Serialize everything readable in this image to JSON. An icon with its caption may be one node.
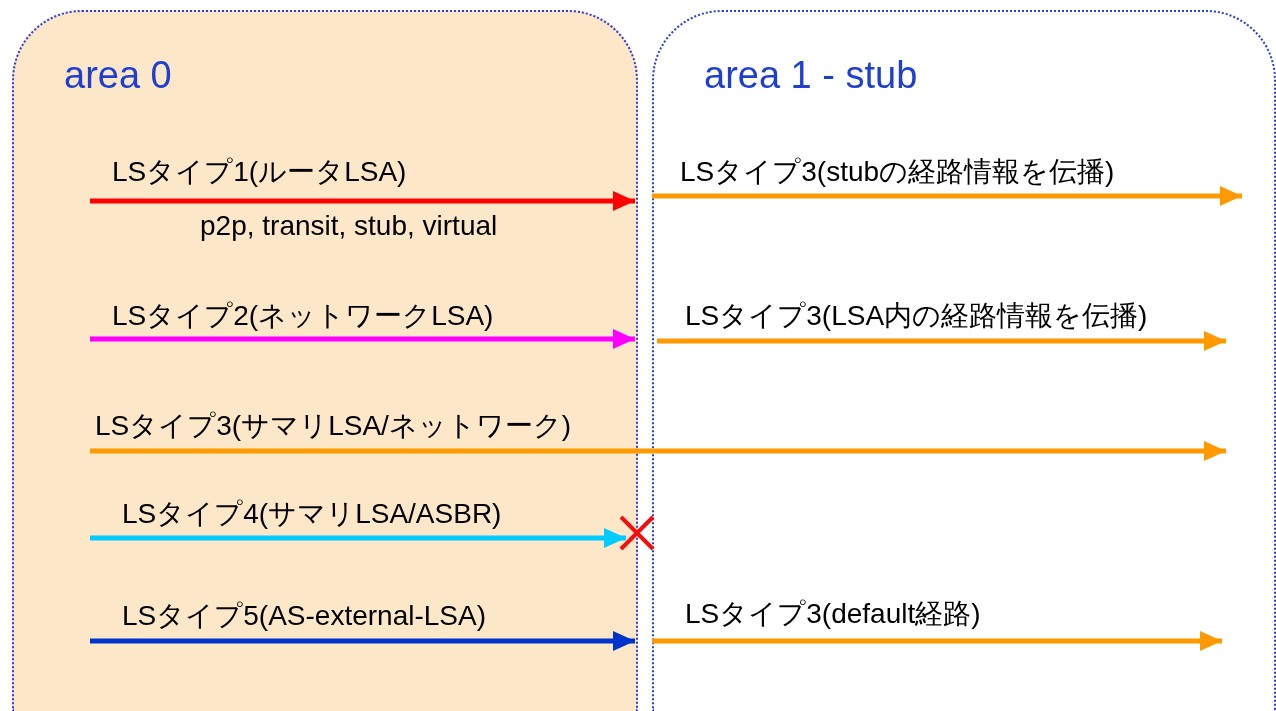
{
  "diagram": {
    "nodes": [
      {
        "text": [
          "area 0"
        ]
      },
      {
        "text": [
          "area 1 - stub"
        ]
      }
    ],
    "edges": [
      {
        "from": null,
        "to": 0,
        "arrow": "to",
        "label": "LSタイプ1(ルータLSA)",
        "color": "#ff0000"
      },
      {
        "from": null,
        "to": 1,
        "arrow": "to",
        "label": "LSタイプ3(stubの経路情報を伝播)"
      },
      {
        "from": null,
        "to": 0,
        "arrow": "to",
        "label": "LSタイプ2(ネットワークLSA)",
        "color": "#ff00ff"
      },
      {
        "from": null,
        "to": 1,
        "arrow": "to",
        "label": "LSタイプ3(LSA内の経路情報を伝播)"
      },
      {
        "from": 0,
        "to": 1,
        "arrow": "to",
        "label": "LSタイプ3(サマリLSA/ネットワーク)"
      },
      {
        "from": null,
        "to": 0,
        "arrow": "to",
        "label": "LSタイプ4(サマリLSA/ASBR)",
        "color": "#00ccff"
      },
      {
        "from": null,
        "to": 0,
        "arrow": "to",
        "label": "LSタイプ5(AS-external-LSA)",
        "color": "#0033cc"
      },
      {
        "from": null,
        "to": 1,
        "arrow": "to",
        "label": "LSタイプ3(default経路)"
      }
    ],
    "labels": [
      "p2p, transit, stub, virtual"
    ]
  }
}
